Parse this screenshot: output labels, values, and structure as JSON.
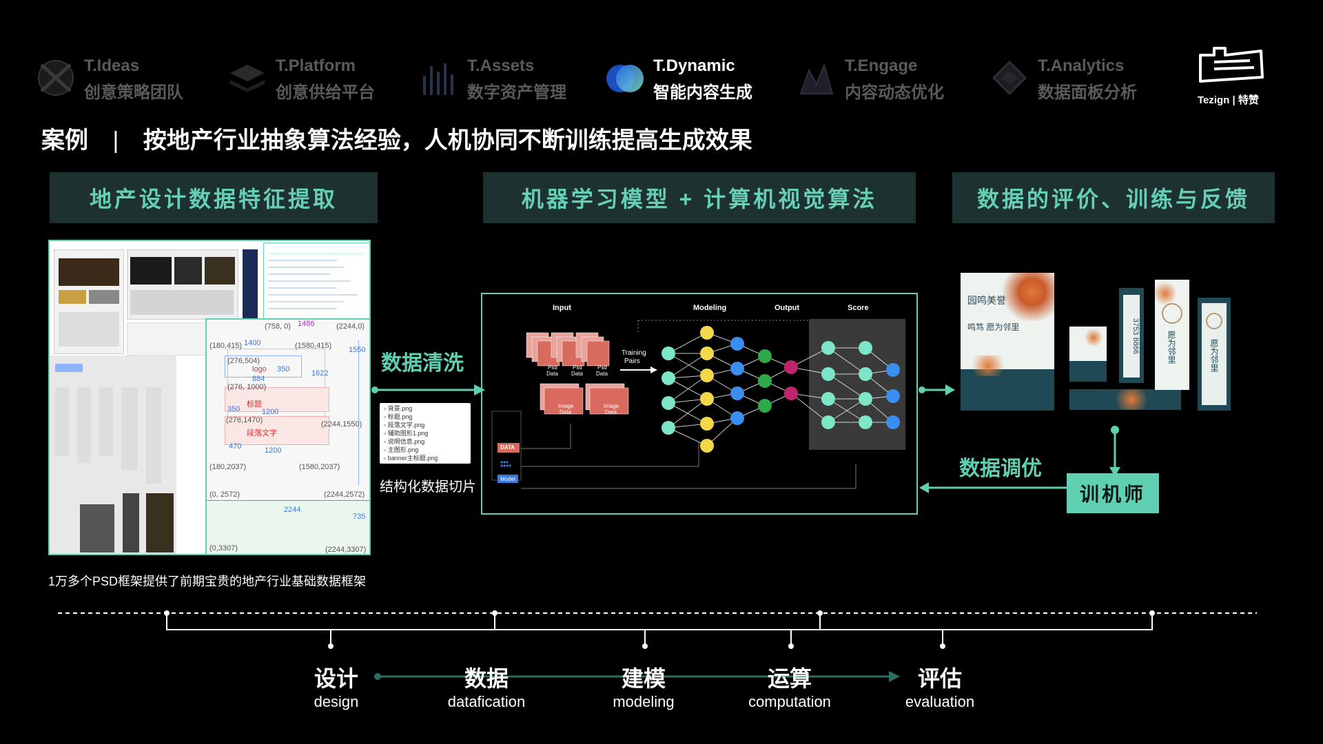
{
  "tabs": [
    {
      "name": "T.Ideas",
      "cn": "创意策略团队",
      "active": false
    },
    {
      "name": "T.Platform",
      "cn": "创意供给平台",
      "active": false
    },
    {
      "name": "T.Assets",
      "cn": "数字资产管理",
      "active": false
    },
    {
      "name": "T.Dynamic",
      "cn": "智能内容生成",
      "active": true
    },
    {
      "name": "T.Engage",
      "cn": "内容动态优化",
      "active": false
    },
    {
      "name": "T.Analytics",
      "cn": "数据面板分析",
      "active": false
    }
  ],
  "logo": {
    "text": "Tezign | 特赞"
  },
  "headline": {
    "prefix": "案例",
    "sep": "|",
    "text": "按地产行业抽象算法经验，人机协同不断训练提高生成效果"
  },
  "sections": {
    "extract": "地产设计数据特征提取",
    "model": "机器学习模型 + 计算机视觉算法",
    "eval": "数据的评价、训练与反馈"
  },
  "left_panel": {
    "caption": "1万多个PSD框架提供了前期宝贵的地产行业基础数据框架",
    "coords": [
      "(758, 0)",
      "1486",
      "(2244,0)",
      "(180,415)",
      "1400",
      "(1580,415)",
      "1550",
      "(276,504)",
      "logo",
      "350",
      "884",
      "1622",
      "(276, 1000)",
      "标题",
      "350",
      "1200",
      "(276,1470)",
      "(2244,1550)",
      "段落文字",
      "470",
      "1200",
      "(180,2037)",
      "(1580,2037)",
      "(0, 2572)",
      "(2244,2572)",
      "2244",
      "735",
      "(0,3307)",
      "(2244,3307)"
    ]
  },
  "clean": {
    "label": "数据清洗",
    "files": [
      "背景.png",
      "标题.png",
      "段落文字.png",
      "辅助图形1.png",
      "说明信息.png",
      "主图形.png",
      "banner主标题.png"
    ],
    "caption": "结构化数据切片"
  },
  "nn": {
    "input": "Input",
    "modeling": "Modeling",
    "output": "Output",
    "score": "Score",
    "training": "Training",
    "pairs": "Pairs",
    "psd": "Psd",
    "data": "Data",
    "image": "Image",
    "tag_data": "DATA",
    "tag_model": "Model"
  },
  "feedback": {
    "tune": "数据调优",
    "trainer": "训机师"
  },
  "posters": {
    "title1": "园鸣美誉",
    "sub1": "鸣笃 愿为邻里",
    "vert1": "3753 8866",
    "vert2": "愿为邻里"
  },
  "flow": [
    {
      "cn": "设计",
      "en": "design"
    },
    {
      "cn": "数据",
      "en": "datafication"
    },
    {
      "cn": "建模",
      "en": "modeling"
    },
    {
      "cn": "运算",
      "en": "computation"
    },
    {
      "cn": "评估",
      "en": "evaluation"
    }
  ],
  "colors": {
    "accent": "#5fd0b2",
    "band": "#1d3230",
    "node_yellow": "#f2d84a",
    "node_blue": "#3a8ef0",
    "node_green": "#2fa84a",
    "node_pink": "#c0246a",
    "node_mint": "#7ee6c8"
  }
}
